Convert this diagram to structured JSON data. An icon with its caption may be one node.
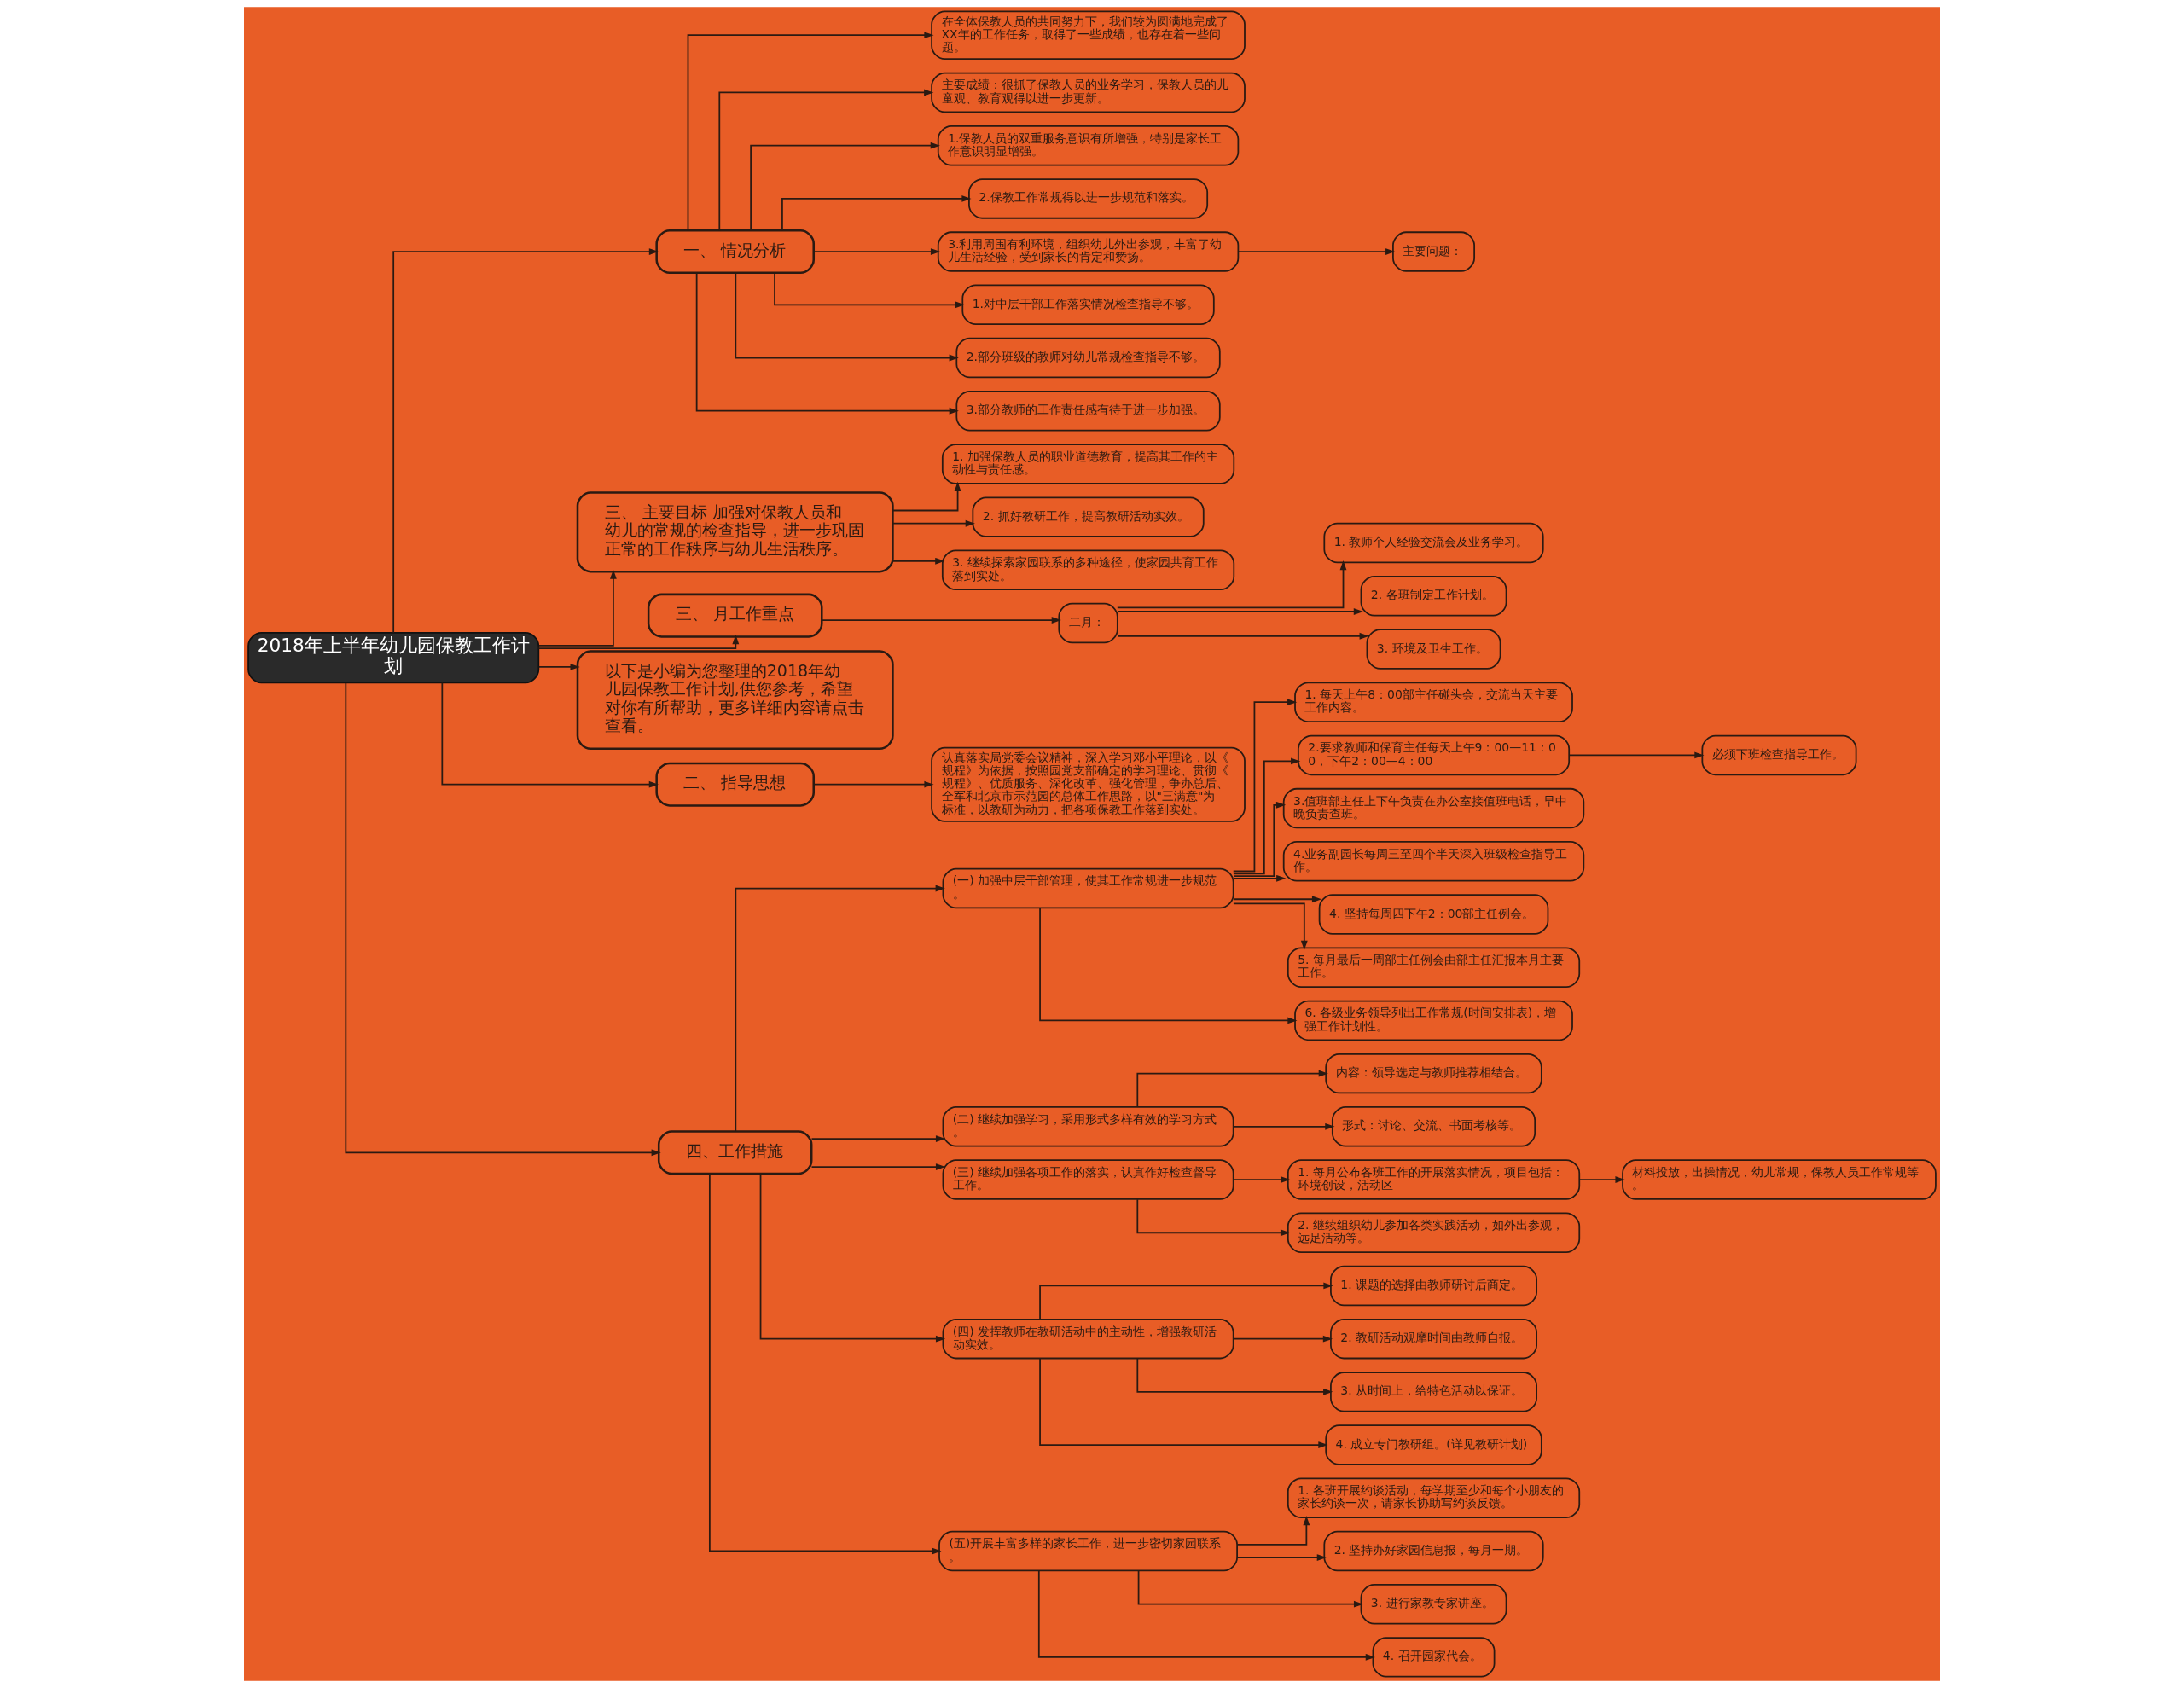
{
  "diagram": {
    "nodes": [
      {
        "text": [
          "2018年上半年幼儿园保教工作计划"
        ]
      },
      {
        "text": [
          "一、 情况分析"
        ]
      },
      {
        "text": [
          "在全体保教人员的共同努力下，我们较为圆满地完成了XX年的工作任务，取得了一些成绩，也存在着一些问题。"
        ]
      },
      {
        "text": [
          "主要成绩：很抓了保教人员的业务学习，保教人员的儿童观、教育观得以进一步更新。"
        ]
      },
      {
        "text": [
          "1.保教人员的双重服务意识有所增强，特别是家长工作意识明显增强。"
        ]
      },
      {
        "text": [
          "2.保教工作常规得以进一步规范和落实。"
        ]
      },
      {
        "text": [
          "3.利用周围有利环境，组织幼儿外出参观，丰富了幼儿生活经验，受到家长的肯定和赞扬。"
        ]
      },
      {
        "text": [
          "主要问题："
        ]
      },
      {
        "text": [
          "1.对中层干部工作落实情况检查指导不够。"
        ]
      },
      {
        "text": [
          "2.部分班级的教师对幼儿常规检查指导不够。"
        ]
      },
      {
        "text": [
          "3.部分教师的工作责任感有待于进一步加强。"
        ]
      },
      {
        "text": [
          "三、 主要目标 加强对保教人员和幼儿的常规的检查指导，进一步巩固正常的工作秩序与幼儿生活秩序。"
        ]
      },
      {
        "text": [
          "1. 加强保教人员的职业道德教育，提高其工作的主动性与责任感。"
        ]
      },
      {
        "text": [
          "2. 抓好教研工作，提高教研活动实效。"
        ]
      },
      {
        "text": [
          "3. 继续探索家园联系的多种途径，使家园共育工作落到实处。"
        ]
      },
      {
        "text": [
          "三、 月工作重点"
        ]
      },
      {
        "text": [
          "二月："
        ]
      },
      {
        "text": [
          "1. 教师个人经验交流会及业务学习。"
        ]
      },
      {
        "text": [
          "2. 各班制定工作计划。"
        ]
      },
      {
        "text": [
          "3. 环境及卫生工作。"
        ]
      },
      {
        "text": [
          "以下是小编为您整理的2018年幼儿园保教工作计划,供您参考，希望对你有所帮助，更多详细内容请点击查看。"
        ]
      },
      {
        "text": [
          "二、 指导思想"
        ]
      },
      {
        "text": [
          "认真落实局党委会议精神，深入学习邓小平理论，以《规程》为依据，按照园党支部确定的学习理论、贯彻《规程》、优质服务、深化改革、强化管理，争办总后、全军和北京市示范园的总体工作思路，以\"三满意\"为标准，以教研为动力，把各项保教工作落到实处。"
        ]
      },
      {
        "text": [
          "四、工作措施"
        ]
      },
      {
        "text": [
          "(一) 加强中层干部管理，使其工作常规进一步规范。"
        ]
      },
      {
        "text": [
          "1. 每天上午8：00部主任碰头会，交流当天主要工作内容。"
        ]
      },
      {
        "text": [
          "2.要求教师和保育主任每天上午9：00—11：00，下午2：00—4：00"
        ]
      },
      {
        "text": [
          "必须下班检查指导工作。"
        ]
      },
      {
        "text": [
          "3.值班部主任上下午负责在办公室接值班电话，早中晚负责查班。"
        ]
      },
      {
        "text": [
          "4.业务副园长每周三至四个半天深入班级检查指导工作。"
        ]
      },
      {
        "text": [
          "4. 坚持每周四下午2：00部主任例会。"
        ]
      },
      {
        "text": [
          "5. 每月最后一周部主任例会由部主任汇报本月主要工作。"
        ]
      },
      {
        "text": [
          "6. 各级业务领导列出工作常规(时间安排表)，增强工作计划性。"
        ]
      },
      {
        "text": [
          "(二) 继续加强学习，采用形式多样有效的学习方式。"
        ]
      },
      {
        "text": [
          "内容：领导选定与教师推荐相结合。"
        ]
      },
      {
        "text": [
          "形式：讨论、交流、书面考核等。"
        ]
      },
      {
        "text": [
          "(三) 继续加强各项工作的落实，认真作好检查督导工作。"
        ]
      },
      {
        "text": [
          "1. 每月公布各班工作的开展落实情况，项目包括：环境创设，活动区"
        ]
      },
      {
        "text": [
          "材料投放，出操情况，幼儿常规，保教人员工作常规等。"
        ]
      },
      {
        "text": [
          "2. 继续组织幼儿参加各类实践活动，如外出参观，远足活动等。"
        ]
      },
      {
        "text": [
          "(四) 发挥教师在教研活动中的主动性，增强教研活动实效。"
        ]
      },
      {
        "text": [
          "1. 课题的选择由教师研讨后商定。"
        ]
      },
      {
        "text": [
          "2. 教研活动观摩时间由教师自报。"
        ]
      },
      {
        "text": [
          "3. 从时间上，给特色活动以保证。"
        ]
      },
      {
        "text": [
          "4. 成立专门教研组。(详见教研计划)"
        ]
      },
      {
        "text": [
          "(五)开展丰富多样的家长工作，进一步密切家园联系。"
        ]
      },
      {
        "text": [
          "1. 各班开展约谈活动，每学期至少和每个小朋友的家长约谈一次，请家长协助写约谈反馈。"
        ]
      },
      {
        "text": [
          "2. 坚持办好家园信息报，每月一期。"
        ]
      },
      {
        "text": [
          "3. 进行家教专家讲座。"
        ]
      },
      {
        "text": [
          "4. 召开园家代会。"
        ]
      }
    ],
    "edges": [
      {
        "from": 0,
        "to": 1,
        "arrow": "to"
      },
      {
        "from": 1,
        "to": 2,
        "arrow": "to"
      },
      {
        "from": 1,
        "to": 3,
        "arrow": "to"
      },
      {
        "from": 1,
        "to": 4,
        "arrow": "to"
      },
      {
        "from": 1,
        "to": 5,
        "arrow": "to"
      },
      {
        "from": 1,
        "to": 6,
        "arrow": "to"
      },
      {
        "from": 6,
        "to": 7,
        "arrow": "to"
      },
      {
        "from": 1,
        "to": 8,
        "arrow": "to"
      },
      {
        "from": 1,
        "to": 9,
        "arrow": "to"
      },
      {
        "from": 1,
        "to": 10,
        "arrow": "to"
      },
      {
        "from": 0,
        "to": 11,
        "arrow": "to"
      },
      {
        "from": 11,
        "to": 12,
        "arrow": "to"
      },
      {
        "from": 11,
        "to": 13,
        "arrow": "to"
      },
      {
        "from": 11,
        "to": 14,
        "arrow": "to"
      },
      {
        "from": 0,
        "to": 15,
        "arrow": "to"
      },
      {
        "from": 15,
        "to": 16,
        "arrow": "to"
      },
      {
        "from": 16,
        "to": 17,
        "arrow": "to"
      },
      {
        "from": 16,
        "to": 18,
        "arrow": "to"
      },
      {
        "from": 16,
        "to": 19,
        "arrow": "to"
      },
      {
        "from": 0,
        "to": 20,
        "arrow": "to"
      },
      {
        "from": 0,
        "to": 21,
        "arrow": "to"
      },
      {
        "from": 21,
        "to": 22,
        "arrow": "to"
      },
      {
        "from": 0,
        "to": 23,
        "arrow": "to"
      },
      {
        "from": 23,
        "to": 24,
        "arrow": "to"
      },
      {
        "from": 24,
        "to": 25,
        "arrow": "to"
      },
      {
        "from": 24,
        "to": 26,
        "arrow": "to"
      },
      {
        "from": 26,
        "to": 27,
        "arrow": "to"
      },
      {
        "from": 24,
        "to": 28,
        "arrow": "to"
      },
      {
        "from": 24,
        "to": 29,
        "arrow": "to"
      },
      {
        "from": 24,
        "to": 30,
        "arrow": "to"
      },
      {
        "from": 24,
        "to": 31,
        "arrow": "to"
      },
      {
        "from": 24,
        "to": 32,
        "arrow": "to"
      },
      {
        "from": 23,
        "to": 33,
        "arrow": "to"
      },
      {
        "from": 33,
        "to": 34,
        "arrow": "to"
      },
      {
        "from": 33,
        "to": 35,
        "arrow": "to"
      },
      {
        "from": 23,
        "to": 36,
        "arrow": "to"
      },
      {
        "from": 36,
        "to": 37,
        "arrow": "to"
      },
      {
        "from": 37,
        "to": 38,
        "arrow": "to"
      },
      {
        "from": 36,
        "to": 39,
        "arrow": "to"
      },
      {
        "from": 23,
        "to": 40,
        "arrow": "to"
      },
      {
        "from": 40,
        "to": 41,
        "arrow": "to"
      },
      {
        "from": 40,
        "to": 42,
        "arrow": "to"
      },
      {
        "from": 40,
        "to": 43,
        "arrow": "to"
      },
      {
        "from": 40,
        "to": 44,
        "arrow": "to"
      },
      {
        "from": 23,
        "to": 45,
        "arrow": "to"
      },
      {
        "from": 45,
        "to": 46,
        "arrow": "to"
      },
      {
        "from": 45,
        "to": 47,
        "arrow": "to"
      },
      {
        "from": 45,
        "to": 48,
        "arrow": "to"
      },
      {
        "from": 45,
        "to": 49,
        "arrow": "to"
      }
    ]
  }
}
